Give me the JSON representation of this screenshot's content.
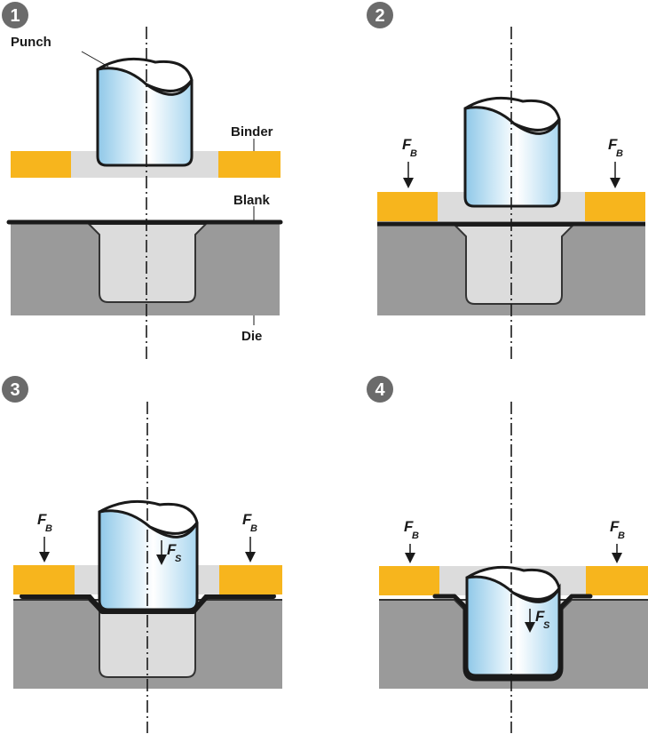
{
  "steps": [
    {
      "number": "1"
    },
    {
      "number": "2"
    },
    {
      "number": "3"
    },
    {
      "number": "4"
    }
  ],
  "labels": {
    "punch": "Punch",
    "binder": "Binder",
    "blank": "Blank",
    "die": "Die"
  },
  "forces": {
    "binder_symbol": "F",
    "binder_subscript": "B",
    "stamping_symbol": "F",
    "stamping_subscript": "S"
  },
  "colors": {
    "binder": "#F7B51D",
    "die": "#9A9A9A",
    "cavity": "#DCDCDC",
    "blank": "#1A1A1A",
    "badge": "#6B6B6B",
    "punch_light": "#FFFFFF",
    "punch_blue": "#9CCFEB"
  }
}
